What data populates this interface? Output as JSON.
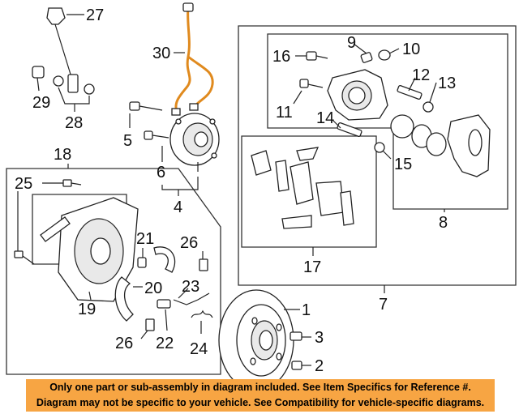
{
  "callouts": {
    "c1": "1",
    "c2": "2",
    "c3": "3",
    "c4": "4",
    "c5": "5",
    "c6": "6",
    "c7": "7",
    "c8": "8",
    "c9": "9",
    "c10": "10",
    "c11": "11",
    "c12": "12",
    "c13": "13",
    "c14": "14",
    "c15": "15",
    "c16": "16",
    "c17": "17",
    "c18": "18",
    "c19": "19",
    "c20": "20",
    "c21": "21",
    "c22": "22",
    "c23": "23",
    "c24": "24",
    "c25": "25",
    "c26a": "26",
    "c26b": "26",
    "c27": "27",
    "c28": "28",
    "c29": "29",
    "c30": "30"
  },
  "colors": {
    "banner_bg": "#f7a543",
    "sensor_wire": "#e08a1e"
  },
  "notice": {
    "line1": "Only one part or sub-assembly in diagram included. See Item Specifics for Reference #.",
    "line2": "Diagram may not be specific to your vehicle. See Compatibility for vehicle-specific diagrams."
  }
}
